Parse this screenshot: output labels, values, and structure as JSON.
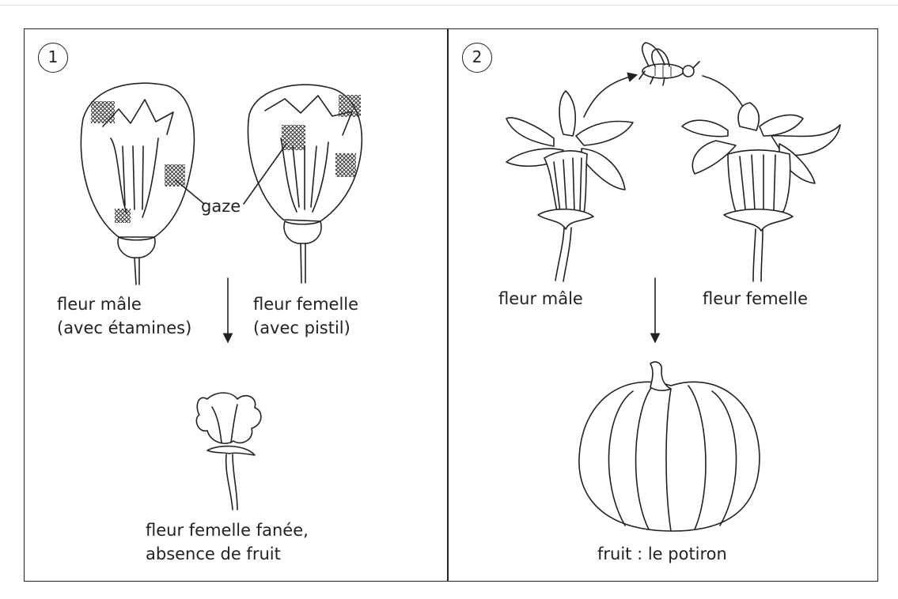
{
  "panels": [
    {
      "number": "1",
      "labels": {
        "male_flower": "fleur mâle",
        "male_flower_detail": "(avec étamines)",
        "female_flower": "fleur femelle",
        "female_flower_detail": "(avec pistil)",
        "gauze": "gaze",
        "result_line1": "fleur femelle fanée,",
        "result_line2": "absence de fruit"
      }
    },
    {
      "number": "2",
      "labels": {
        "male_flower": "fleur mâle",
        "female_flower": "fleur femelle",
        "result": "fruit : le potiron"
      }
    }
  ],
  "colors": {
    "ink": "#222222",
    "background": "#ffffff"
  }
}
